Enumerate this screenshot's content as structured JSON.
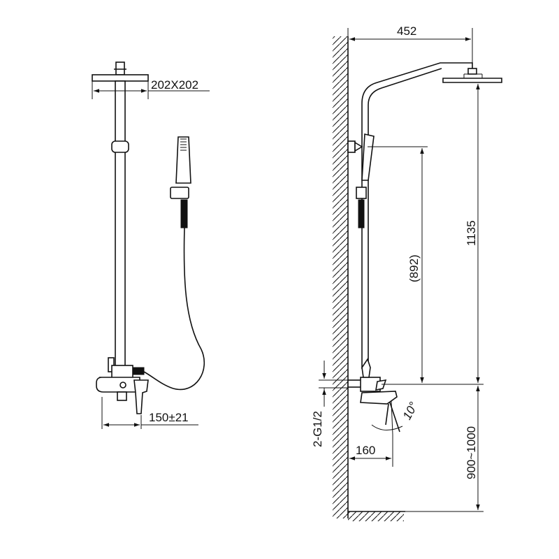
{
  "dimensions": {
    "head_size": "202X202",
    "mixer_spacing": "150±21",
    "arm_reach": "452",
    "total_height": "1135",
    "rail_height": "(892)",
    "inlet_thread": "2-G1/2",
    "spout_angle": "10°",
    "spout_reach": "160",
    "install_height": "900~1000"
  },
  "colors": {
    "line": "#111111",
    "background": "#ffffff"
  }
}
